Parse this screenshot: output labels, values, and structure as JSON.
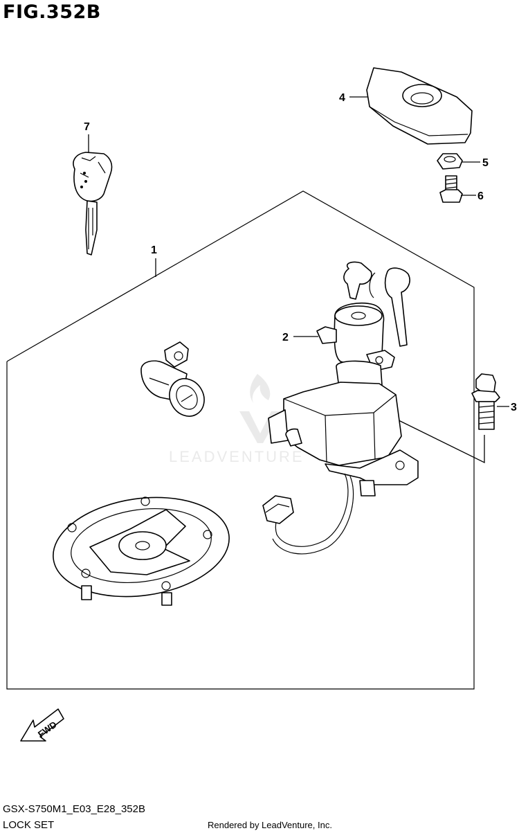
{
  "figure_title": "FIG.352B",
  "callouts": [
    {
      "id": "1",
      "label": "1"
    },
    {
      "id": "2",
      "label": "2"
    },
    {
      "id": "3",
      "label": "3"
    },
    {
      "id": "4",
      "label": "4"
    },
    {
      "id": "5",
      "label": "5"
    },
    {
      "id": "6",
      "label": "6"
    },
    {
      "id": "7",
      "label": "7"
    }
  ],
  "direction_label": "FWD",
  "watermark": "LEADVENTURE",
  "diagram_code": "GSX-S750M1_E03_E28_352B",
  "section_name": "LOCK SET",
  "rendered_by": "Rendered by LeadVenture, Inc.",
  "colors": {
    "ink": "#000000",
    "paper": "#ffffff",
    "watermark": "#d9d9d9"
  }
}
